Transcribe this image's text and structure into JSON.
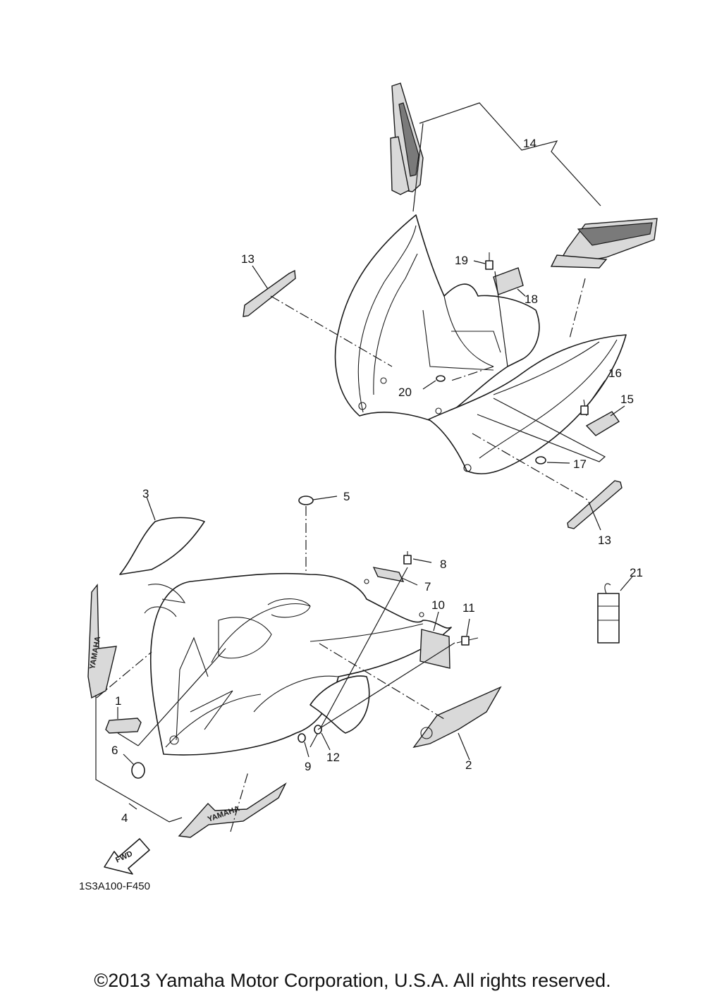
{
  "diagram": {
    "figure_code": "1S3A100-F450",
    "fwd_label": "FWD",
    "brand_decal_text": "YAMAHA",
    "callouts": [
      {
        "id": "c1",
        "label": "1"
      },
      {
        "id": "c2",
        "label": "2"
      },
      {
        "id": "c3",
        "label": "3"
      },
      {
        "id": "c4",
        "label": "4"
      },
      {
        "id": "c5",
        "label": "5"
      },
      {
        "id": "c6",
        "label": "6"
      },
      {
        "id": "c7",
        "label": "7"
      },
      {
        "id": "c8",
        "label": "8"
      },
      {
        "id": "c9",
        "label": "9"
      },
      {
        "id": "c10",
        "label": "10"
      },
      {
        "id": "c11",
        "label": "11"
      },
      {
        "id": "c12",
        "label": "12"
      },
      {
        "id": "c13a",
        "label": "13"
      },
      {
        "id": "c13b",
        "label": "13"
      },
      {
        "id": "c14",
        "label": "14"
      },
      {
        "id": "c15",
        "label": "15"
      },
      {
        "id": "c16",
        "label": "16"
      },
      {
        "id": "c17",
        "label": "17"
      },
      {
        "id": "c18",
        "label": "18"
      },
      {
        "id": "c19",
        "label": "19"
      },
      {
        "id": "c20",
        "label": "20"
      },
      {
        "id": "c21",
        "label": "21"
      }
    ]
  },
  "footer": {
    "copyright": "©2013 Yamaha Motor Corporation, U.S.A. All rights reserved."
  }
}
